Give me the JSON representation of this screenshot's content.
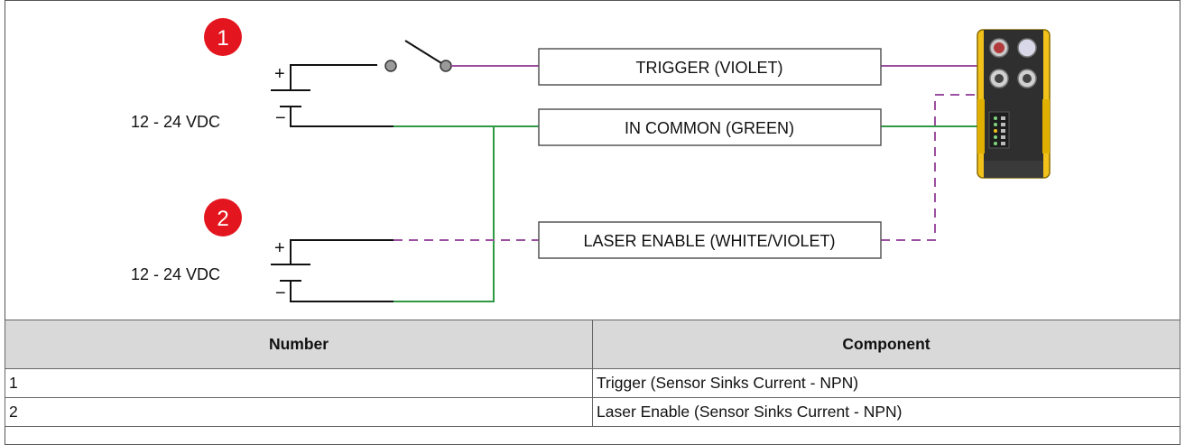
{
  "diagram": {
    "markers": [
      "1",
      "2"
    ],
    "supplies": [
      "12 - 24 VDC",
      "12 - 24 VDC"
    ],
    "polarity": {
      "plus": "+",
      "minus": "−"
    },
    "wires": [
      {
        "label": "TRIGGER (VIOLET)",
        "color": "#9b4fa0",
        "style": "solid"
      },
      {
        "label": "IN COMMON (GREEN)",
        "color": "#2e9a44",
        "style": "solid"
      },
      {
        "label": "LASER ENABLE (WHITE/VIOLET)",
        "color": "#9b4fa0",
        "style": "dashed"
      }
    ],
    "colors": {
      "marker": "#e3161f",
      "device_body": "#f2c21b",
      "device_panel": "#2b2b2b"
    }
  },
  "table": {
    "headers": [
      "Number",
      "Component"
    ],
    "rows": [
      [
        "1",
        "Trigger (Sensor Sinks Current - NPN)"
      ],
      [
        "2",
        "Laser Enable (Sensor Sinks Current - NPN)"
      ]
    ]
  }
}
